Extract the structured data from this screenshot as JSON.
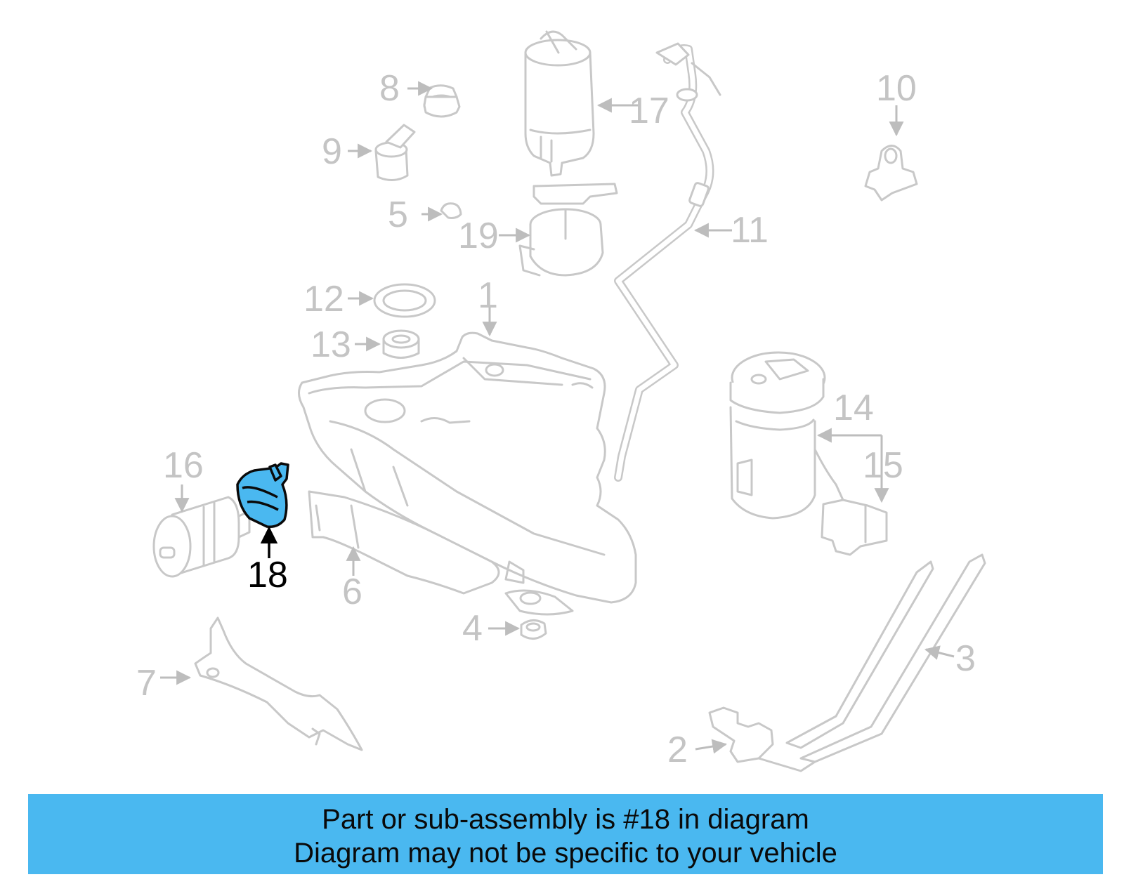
{
  "diagram": {
    "highlight_color": "#4ab8f0",
    "highlighted_part": "18",
    "callouts": [
      "1",
      "2",
      "3",
      "4",
      "5",
      "6",
      "7",
      "8",
      "9",
      "10",
      "11",
      "12",
      "13",
      "14",
      "15",
      "16",
      "17",
      "18",
      "19"
    ]
  },
  "banner": {
    "line1": "Part or sub-assembly is #18 in diagram",
    "line2": "Diagram may not be specific to your vehicle",
    "background": "#4ab8f0"
  }
}
